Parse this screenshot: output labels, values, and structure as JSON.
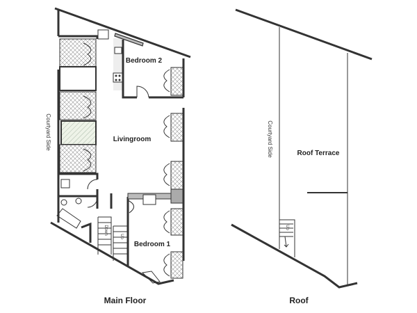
{
  "main_floor": {
    "caption": "Main Floor",
    "side_label": "Courtyard Side",
    "rooms": {
      "bedroom2": "Bedroom 2",
      "livingroom": "Livingroom",
      "bedroom1": "Bedroom 1"
    },
    "stairs": {
      "down": "Down",
      "up": "Up"
    }
  },
  "roof": {
    "caption": "Roof",
    "side_label": "Courtyard Side",
    "area_label": "Roof Terrace",
    "stairs_label": "Up"
  }
}
